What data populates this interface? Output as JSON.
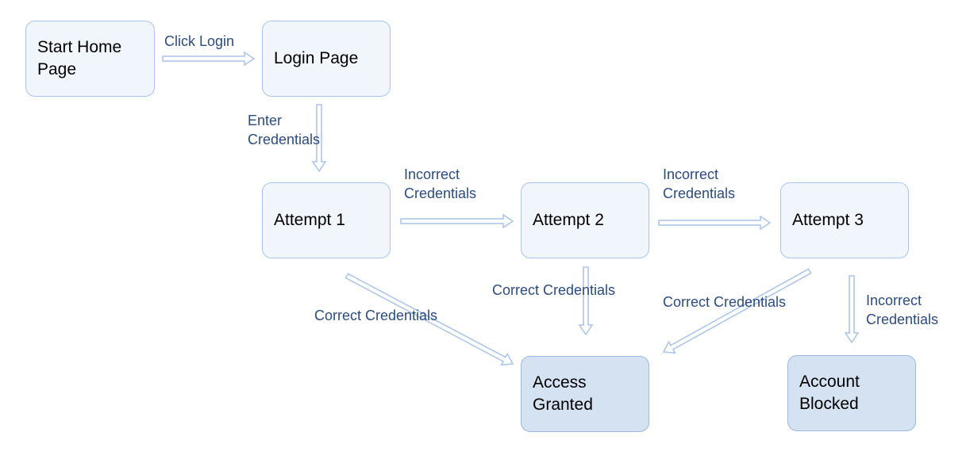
{
  "nodes": {
    "start": "Start Home\nPage",
    "login": "Login Page",
    "attempt1": "Attempt 1",
    "attempt2": "Attempt 2",
    "attempt3": "Attempt 3",
    "granted": "Access\nGranted",
    "blocked": "Account\nBlocked"
  },
  "edges": {
    "click_login": "Click Login",
    "enter_credentials": "Enter\nCredentials",
    "a1_incorrect": "Incorrect\nCredentials",
    "a2_incorrect": "Incorrect\nCredentials",
    "a3_incorrect": "Incorrect\nCredentials",
    "a1_correct": "Correct Credentials",
    "a2_correct": "Correct Credentials",
    "a3_correct": "Correct Credentials"
  },
  "colors": {
    "node_fill": "#f1f5fc",
    "final_node_fill": "#d5e2f2",
    "border": "#a9c4ea",
    "label_text": "#2c4b7e"
  }
}
